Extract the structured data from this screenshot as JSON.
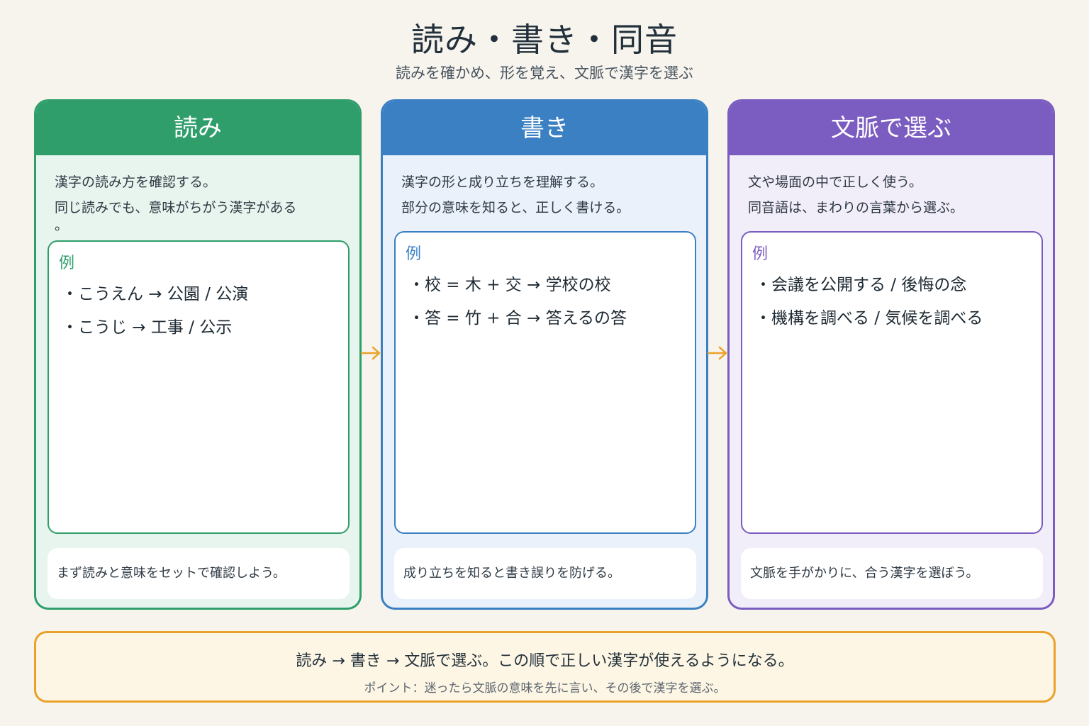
{
  "title": "読み・書き・同音",
  "subtitle": "読みを確かめ、形を覚え、文脈で漢字を選ぶ",
  "colors": {
    "reading": "#2f9e6b",
    "writing": "#3b80c3",
    "context": "#7b5cc0",
    "arrow": "#eaa12a",
    "summary_border": "#eaa12a"
  },
  "cards": [
    {
      "heading": "読み",
      "desc_lines": [
        "漢字の読み方を確認する。",
        "同じ読みでも、意味がちがう漢字がある",
        "。"
      ],
      "example_label": "例",
      "examples": [
        "・こうえん → 公園 / 公演",
        "・こうじ → 工事 / 公示"
      ],
      "note": "まず読みと意味をセットで確認しよう。"
    },
    {
      "heading": "書き",
      "desc_lines": [
        "漢字の形と成り立ちを理解する。",
        "部分の意味を知ると、正しく書ける。"
      ],
      "example_label": "例",
      "examples": [
        "・校 = 木 + 交 → 学校の校",
        "・答 = 竹 + 合 → 答えるの答"
      ],
      "note": "成り立ちを知ると書き誤りを防げる。"
    },
    {
      "heading": "文脈で選ぶ",
      "desc_lines": [
        "文や場面の中で正しく使う。",
        "同音語は、まわりの言葉から選ぶ。"
      ],
      "example_label": "例",
      "examples": [
        "・会議を公開する / 後悔の念",
        "・機構を調べる / 気候を調べる"
      ],
      "note": "文脈を手がかりに、合う漢字を選ぼう。"
    }
  ],
  "arrows": [
    "arrow-right-icon",
    "arrow-right-icon"
  ],
  "summary": {
    "main": "読み → 書き → 文脈で選ぶ。この順で正しい漢字が使えるようになる。",
    "point": "ポイント：迷ったら文脈の意味を先に言い、その後で漢字を選ぶ。"
  }
}
